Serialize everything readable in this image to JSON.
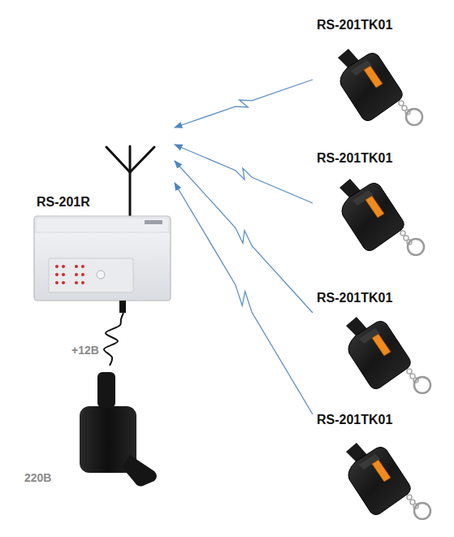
{
  "diagram": {
    "nodes": [
      {
        "text": [
          "RS-201R"
        ]
      },
      {
        "text": [
          "220B"
        ]
      },
      {
        "text": [
          "RS-201TK01"
        ]
      },
      {
        "text": [
          "RS-201TK01"
        ]
      },
      {
        "text": [
          "RS-201TK01"
        ]
      },
      {
        "text": [
          "RS-201TK01"
        ]
      }
    ],
    "edges": [
      {
        "from": 2,
        "to": 0,
        "arrow": "to"
      },
      {
        "from": 3,
        "to": 0,
        "arrow": "to"
      },
      {
        "from": 4,
        "to": 0,
        "arrow": "to"
      },
      {
        "from": 5,
        "to": 0,
        "arrow": "to"
      },
      {
        "from": 1,
        "to": 0,
        "arrow": "none",
        "label": "+12B"
      }
    ]
  }
}
